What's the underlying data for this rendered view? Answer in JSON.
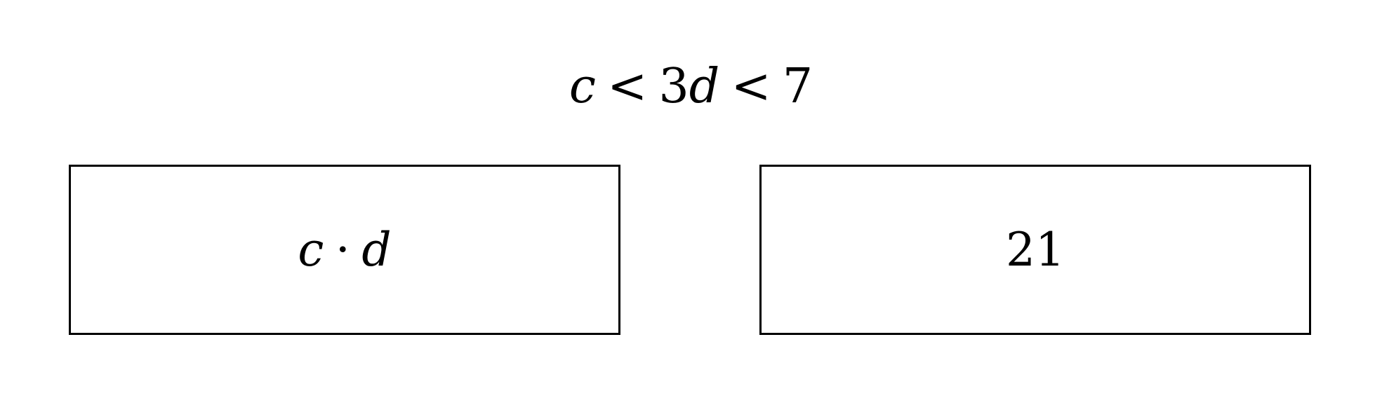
{
  "condition": {
    "var_c": "c",
    "op1": "<",
    "coef": "3",
    "var_d": "d",
    "op2": "<",
    "bound": "7"
  },
  "left_box": {
    "var_c": "c",
    "operator": "·",
    "var_d": "d"
  },
  "right_box": {
    "value": "21"
  }
}
